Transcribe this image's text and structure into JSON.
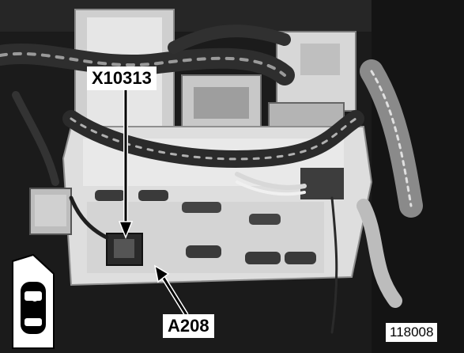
{
  "callouts": {
    "connector_label": "X10313",
    "module_label": "A208"
  },
  "image_number": "118008",
  "icons": {
    "locator": "car-top-view-icon"
  },
  "colors": {
    "label_background": "#ffffff",
    "label_text": "#000000",
    "photo_dark": "#1a1a1a",
    "housing": "#dcdcdc"
  }
}
